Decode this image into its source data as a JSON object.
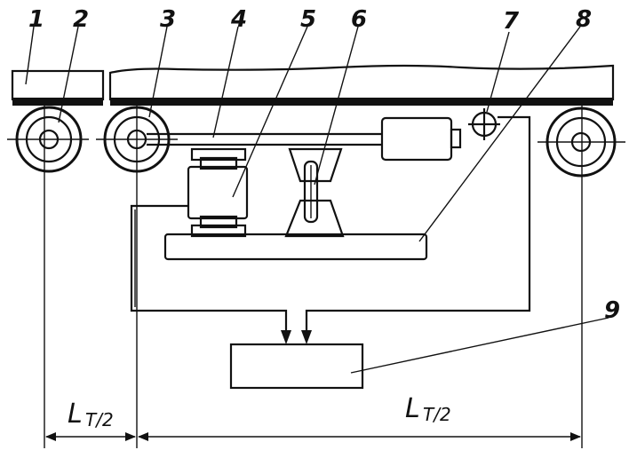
{
  "labels": {
    "n1": "1",
    "n2": "2",
    "n3": "3",
    "n4": "4",
    "n5": "5",
    "n6": "6",
    "n7": "7",
    "n8": "8",
    "n9": "9"
  },
  "dimensions": {
    "left": {
      "main": "L",
      "sub": "T/2"
    },
    "right": {
      "main": "L",
      "sub": "T/2"
    }
  }
}
